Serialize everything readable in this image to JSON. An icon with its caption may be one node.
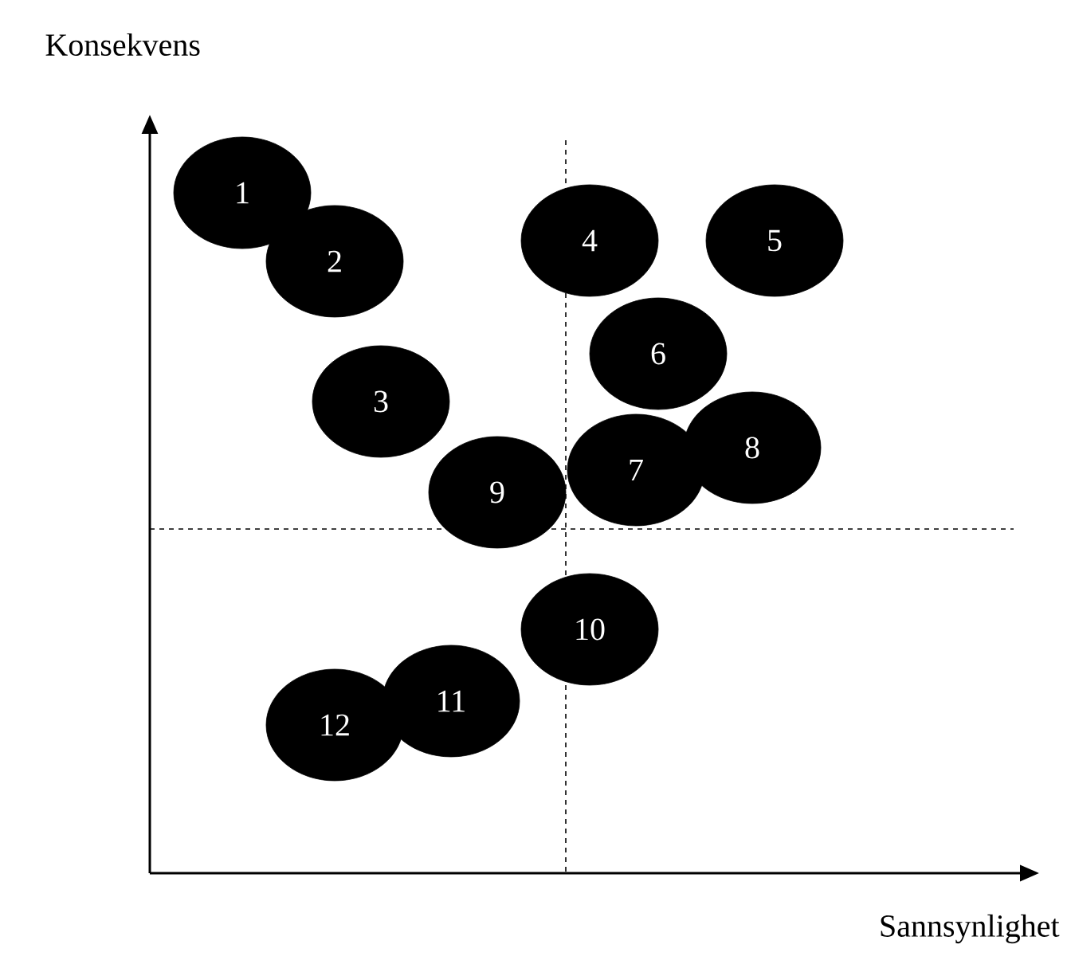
{
  "diagram": {
    "nodes": [
      {
        "text": [
          "1"
        ]
      },
      {
        "text": [
          "2"
        ]
      },
      {
        "text": [
          "3"
        ]
      },
      {
        "text": [
          "4"
        ]
      },
      {
        "text": [
          "5"
        ]
      },
      {
        "text": [
          "6"
        ]
      },
      {
        "text": [
          "7"
        ]
      },
      {
        "text": [
          "8"
        ]
      },
      {
        "text": [
          "9"
        ]
      },
      {
        "text": [
          "10"
        ]
      },
      {
        "text": [
          "11"
        ]
      },
      {
        "text": [
          "12"
        ]
      }
    ],
    "labels": [
      "Konsekvens",
      "Sannsynlighet"
    ]
  }
}
